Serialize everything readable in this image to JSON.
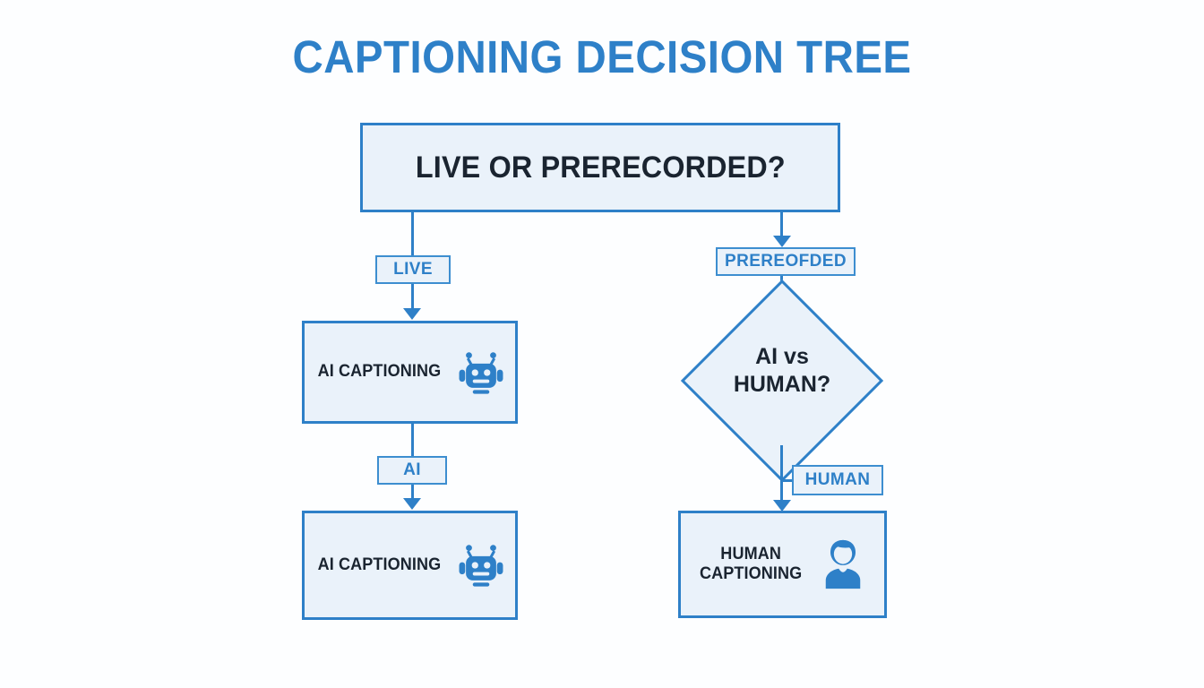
{
  "page": {
    "title": "CAPTIONING DECISION TREE",
    "background_color": "#fdfeff"
  },
  "colors": {
    "accent_blue": "#2E80C8",
    "node_fill": "#eaf2fa",
    "node_border": "#2E80C8",
    "node_text": "#1a2430",
    "label_text": "#2E80C8"
  },
  "diagram": {
    "type": "decision-tree-flowchart",
    "root": {
      "id": "root",
      "label": "LIVE OR PRERECORDED?",
      "shape": "rectangle"
    },
    "edge_labels": {
      "live": "LIVE",
      "prerecorded": "PREREOFDED",
      "ai": "AI",
      "human": "HUMAN"
    },
    "nodes": [
      {
        "id": "ai-captioning-live",
        "label": "AI CAPTIONING",
        "shape": "rectangle",
        "icon": "robot-icon"
      },
      {
        "id": "ai-vs-human",
        "label": "AI vs\nHUMAN?",
        "shape": "diamond",
        "icon": null
      },
      {
        "id": "ai-captioning-prerecorded",
        "label": "AI CAPTIONING",
        "shape": "rectangle",
        "icon": "robot-icon"
      },
      {
        "id": "human-captioning",
        "label": "HUMAN\nCAPTIONING",
        "shape": "rectangle",
        "icon": "person-icon"
      }
    ]
  }
}
